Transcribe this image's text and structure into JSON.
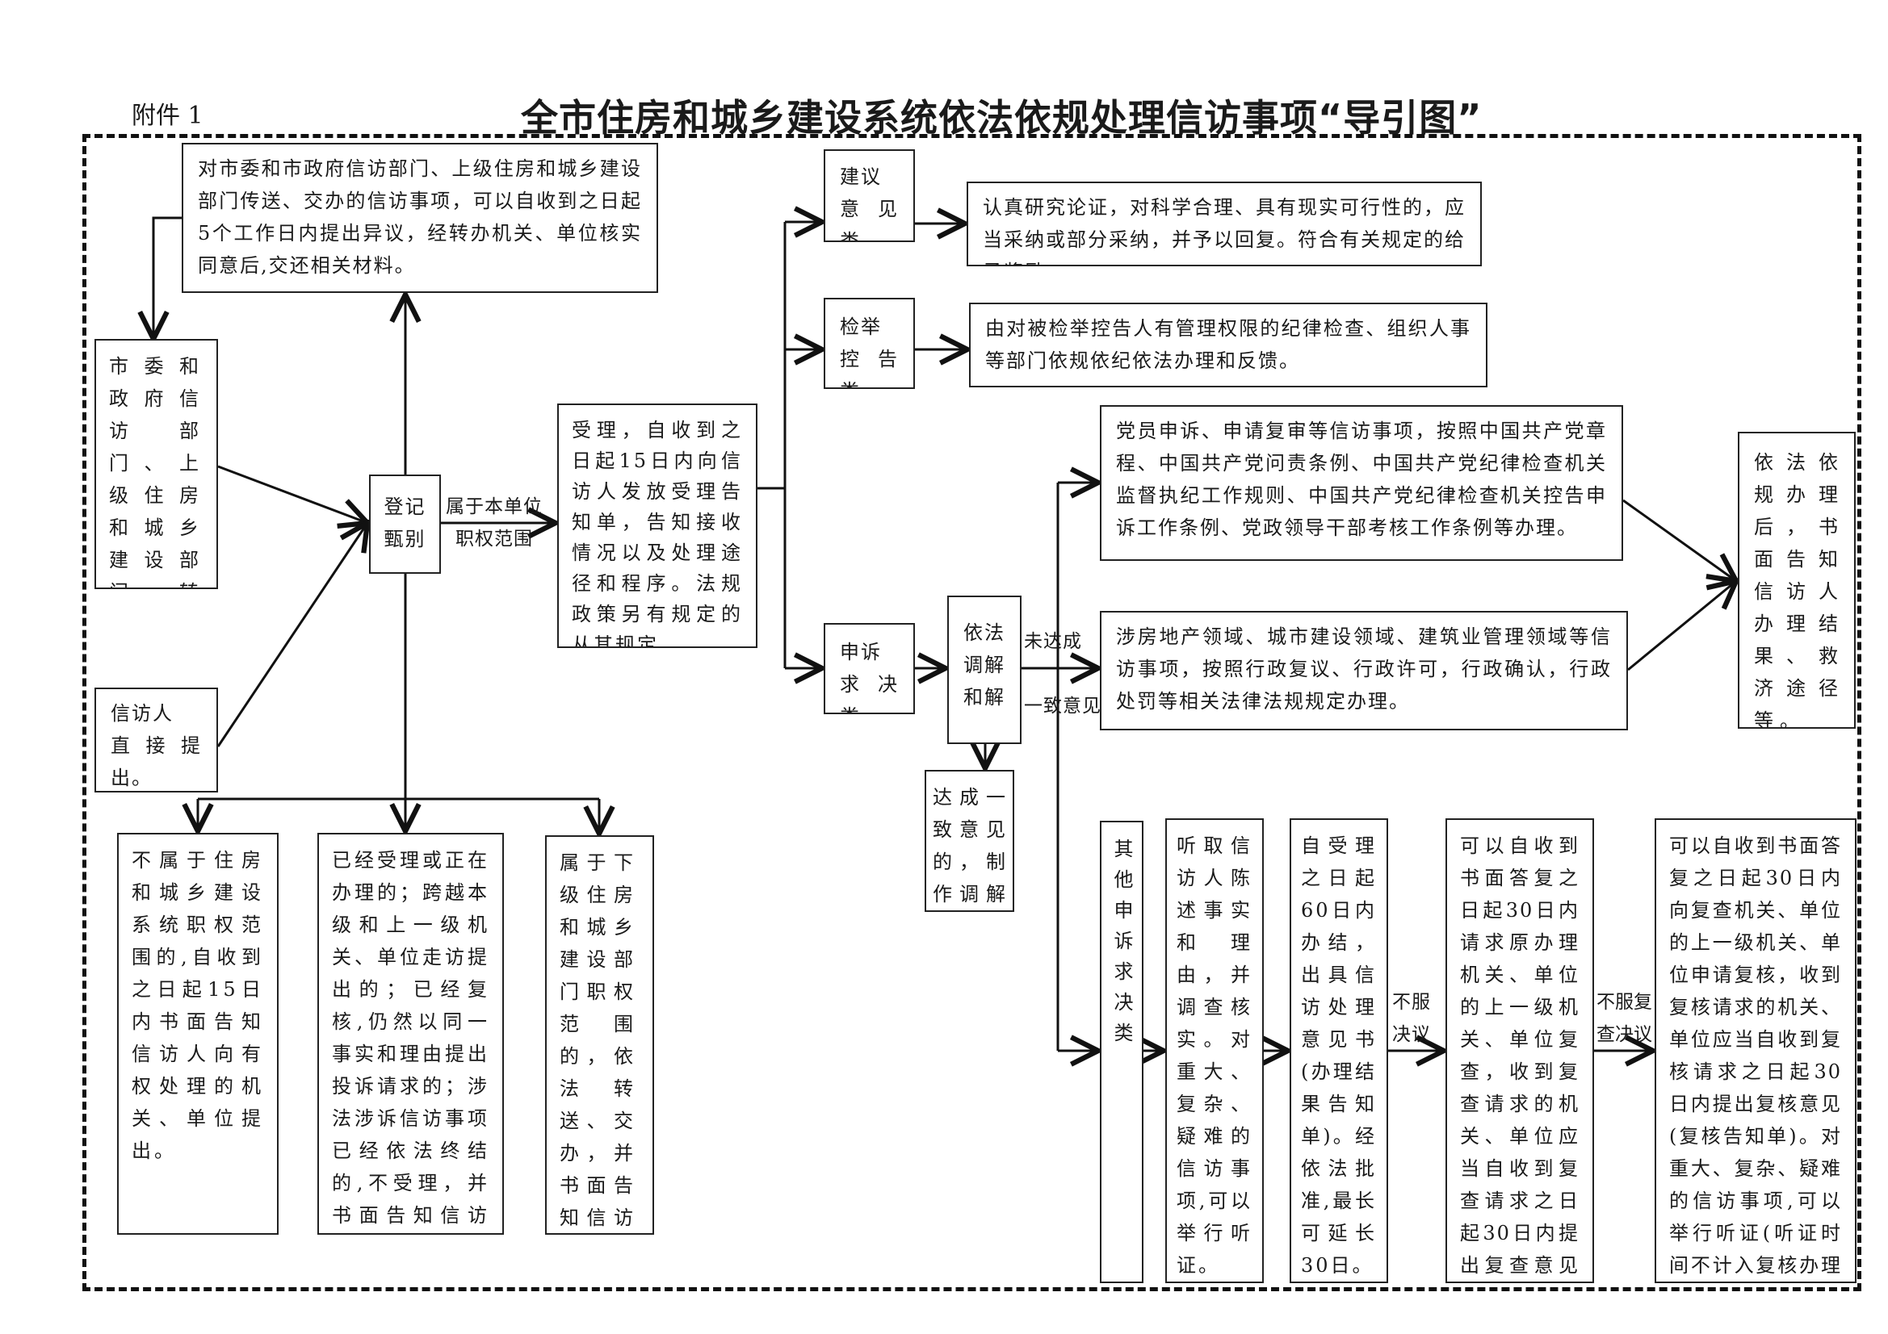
{
  "header": {
    "attachment_label": "附件 1",
    "title": "全市住房和城乡建设系统依法依规处理信访事项“导引图”"
  },
  "sources": {
    "objection_notice": "对市委和市政府信访部门、上级住房和城乡建设部门传送、交办的信访事项，可以自收到之日起5个工作日内提出异议，经转办机关、单位核实同意后,交还相关材料。",
    "transferred_by_departments": "市委和政府信访部门、上级住房和城乡建设部门转送、交办。",
    "petitioner_direct": "信访人\n直接提出。"
  },
  "registration": {
    "label": "登记\n甄别",
    "within_scope_label": "属于本单位\n职权范围"
  },
  "acceptance": {
    "text": "受理，自收到之日起15日内向信访人发放受理告知单，告知接收情况以及处理途径和程序。法规政策另有规定的从其规定。"
  },
  "not_accepted": [
    {
      "text": "不属于住房和城乡建设系统职权范围的,自收到之日起15日内书面告知信访人向有权处理的机关、单位提出。"
    },
    {
      "text": "已经受理或正在办理的；跨越本级和上一级机关、单位走访提出的；已经复核,仍然以同一事实和理由提出投诉请求的；涉法涉诉信访事项已经依法终结的,不受理，并书面告知信访人。"
    },
    {
      "text": "属于下级住房和城乡建设部门职权范围的，依法转送、交办，并书面告知信访人。"
    }
  ],
  "categories": {
    "suggestion": {
      "label": "建议\n意见类",
      "handling": "认真研究论证，对科学合理、具有现实可行性的，应当采纳或部分采纳，并予以回复。符合有关规定的给予奖励。"
    },
    "report": {
      "label": "检举\n控告类",
      "handling": "由对被检举控告人有管理权限的纪律检查、组织人事等部门依规依纪依法办理和反馈。"
    },
    "appeal": {
      "label": "申诉\n求决类",
      "mediation": "依法\n调解\n和解",
      "not_agreed_label_top": "未达成",
      "not_agreed_label_bottom": "一致意见",
      "agreement": "达成一致意见的，制作调解和解协议书。",
      "party_member": "党员申诉、申请复审等信访事项，按照中国共产党章程、中国共产党问责条例、中国共产党纪律检查机关监督执纪工作规则、中国共产党纪律检查机关控告申诉工作条例、党政领导干部考核工作条例等办理。",
      "administrative": "涉房地产领域、城市建设领域、建筑业管理领域等信访事项，按照行政复议、行政许可，行政确认，行政处罚等相关法律法规规定办理。"
    }
  },
  "result_notice": "依法依规办理后，书面告知信访人办理结果、救济途径等。",
  "other_appeals": {
    "label": "其他申诉求决类",
    "hearing": "听取信访人陈述事实和理由，并调查核实。对重大、复杂、疑难的信访事项,可以举行听证。",
    "processing": "自受理之日起60日内办结，出具信访处理意见书(办理结果告知单)。经依法批准,最长可延长30日。",
    "disagree_decision_label": "不服\n决议",
    "review": "可以自收到书面答复之日起30日内请求原办理机关、单位的上一级机关、单位复查，收到复查请求的机关、单位应当自收到复查请求之日起30日内提出复查意见(复查告知单)。",
    "disagree_review_label": "不服复\n查决议",
    "recheck": "可以自收到书面答复之日起30日内向复查机关、单位的上一级机关、单位申请复核，收到复核请求的机关、单位应当自收到复核请求之日起30日内提出复核意见(复核告知单)。对重大、复杂、疑难的信访事项,可以举行听证(听证时间不计入复核办理时间)。"
  }
}
